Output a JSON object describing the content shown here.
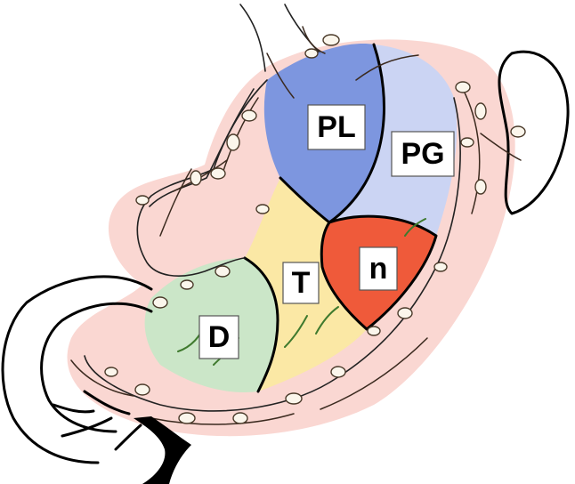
{
  "diagram": {
    "regions": [
      {
        "id": "PL",
        "label": "PL",
        "fill": "#6f8fe0"
      },
      {
        "id": "PG",
        "label": "PG",
        "fill": "#c5d4f6"
      },
      {
        "id": "T",
        "label": "T",
        "fill": "#fbeaa0"
      },
      {
        "id": "n",
        "label": "n",
        "fill": "#ef5a3a"
      },
      {
        "id": "D",
        "label": "D",
        "fill": "#c5e8c6"
      }
    ],
    "colors": {
      "halo": "#f6b7ad",
      "outline": "#000000",
      "vessel": "#3b2a1f",
      "node": "#fbf6ec"
    }
  }
}
